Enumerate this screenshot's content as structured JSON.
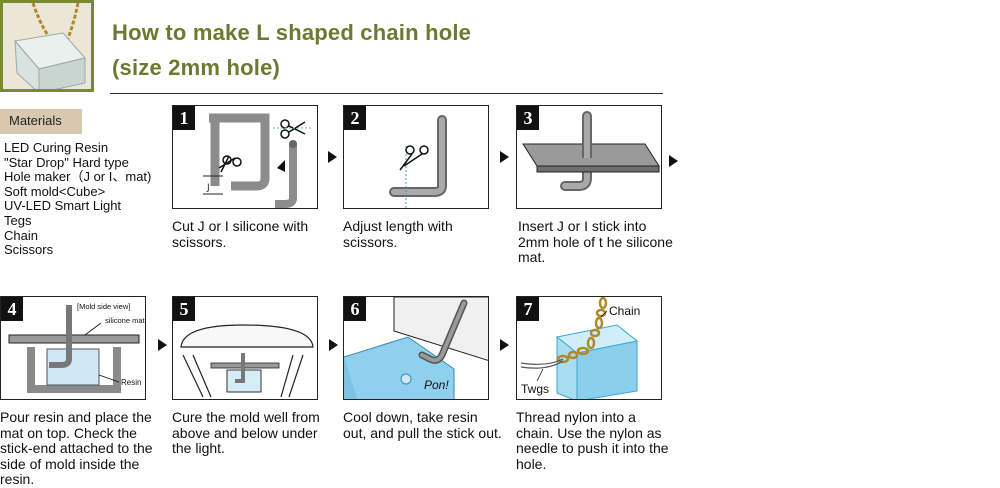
{
  "title": {
    "line1": "How to make L shaped chain hole",
    "line2": "(size 2mm hole)"
  },
  "materials": {
    "heading": "Materials",
    "items": [
      "LED Curing Resin",
      "\"Star Drop\" Hard type",
      "Hole maker（J or I、mat)",
      "Soft mold<Cube>",
      "UV-LED Smart Light",
      "Tegs",
      "Chain",
      "Scissors"
    ]
  },
  "steps": [
    {
      "number": "1",
      "caption": "Cut J or I silicone with scissors."
    },
    {
      "number": "2",
      "caption": "Adjust length with scissors."
    },
    {
      "number": "3",
      "caption": "Insert J or I stick into 2mm hole of t he silicone mat."
    },
    {
      "number": "4",
      "caption": "Pour resin and place the mat on top. Check the stick-end attached to the side of mold inside the resin.",
      "labels": {
        "view": "[Mold side view]",
        "mat": "silicone mat",
        "resin": "Resin"
      }
    },
    {
      "number": "5",
      "caption": "Cure the mold well from above and below under the light."
    },
    {
      "number": "6",
      "caption": "Cool down, take resin out, and pull the stick out.",
      "labels": {
        "sound": "Pon!"
      }
    },
    {
      "number": "7",
      "caption": "Thread nylon into a chain. Use the nylon as needle to push it into the hole.",
      "labels": {
        "chain": "Chain",
        "twgs": "Twgs"
      }
    }
  ]
}
